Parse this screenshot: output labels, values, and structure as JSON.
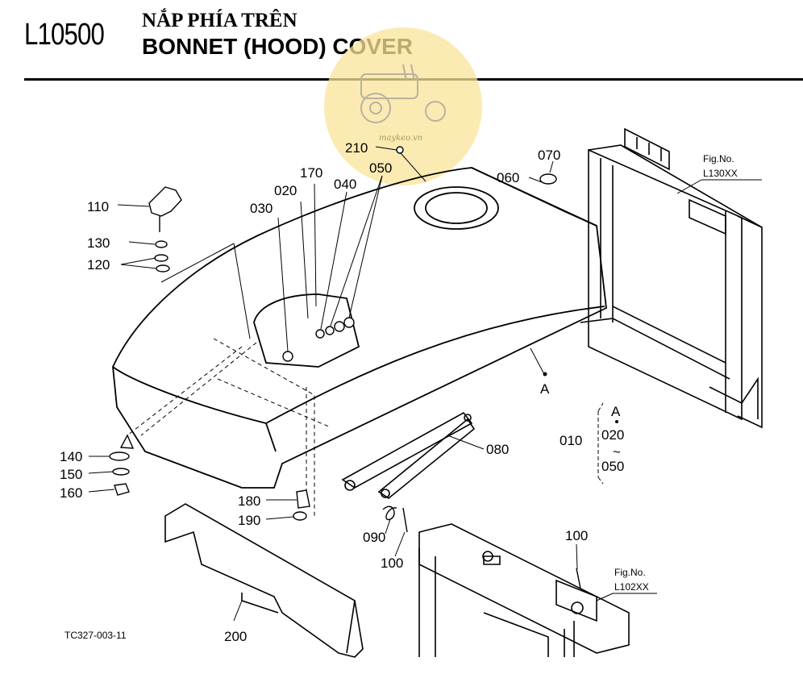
{
  "header": {
    "code": "L10500",
    "title_vi": "NẮP PHÍA TRÊN",
    "title_en": "BONNET (HOOD) COVER"
  },
  "watermark": {
    "text": "maykeo.vn",
    "color": "#f9e49a"
  },
  "parts": {
    "p010": "010",
    "p020": "020",
    "p030": "030",
    "p040": "040",
    "p050": "050",
    "p060": "060",
    "p070": "070",
    "p080": "080",
    "p090": "090",
    "p100": "100",
    "p110": "110",
    "p120": "120",
    "p130": "130",
    "p140": "140",
    "p150": "150",
    "p160": "160",
    "p170": "170",
    "p180": "180",
    "p190": "190",
    "p200": "200",
    "p210": "210"
  },
  "markers": {
    "a": "A"
  },
  "detail_group": {
    "a": "A",
    "p010": "010",
    "p020": "020",
    "tilde": "~",
    "p050": "050"
  },
  "refs": {
    "fig_label": "Fig.No.",
    "l130": "L130XX",
    "l102": "L102XX"
  },
  "footer": {
    "drawing_no": "TC327-003-11"
  }
}
